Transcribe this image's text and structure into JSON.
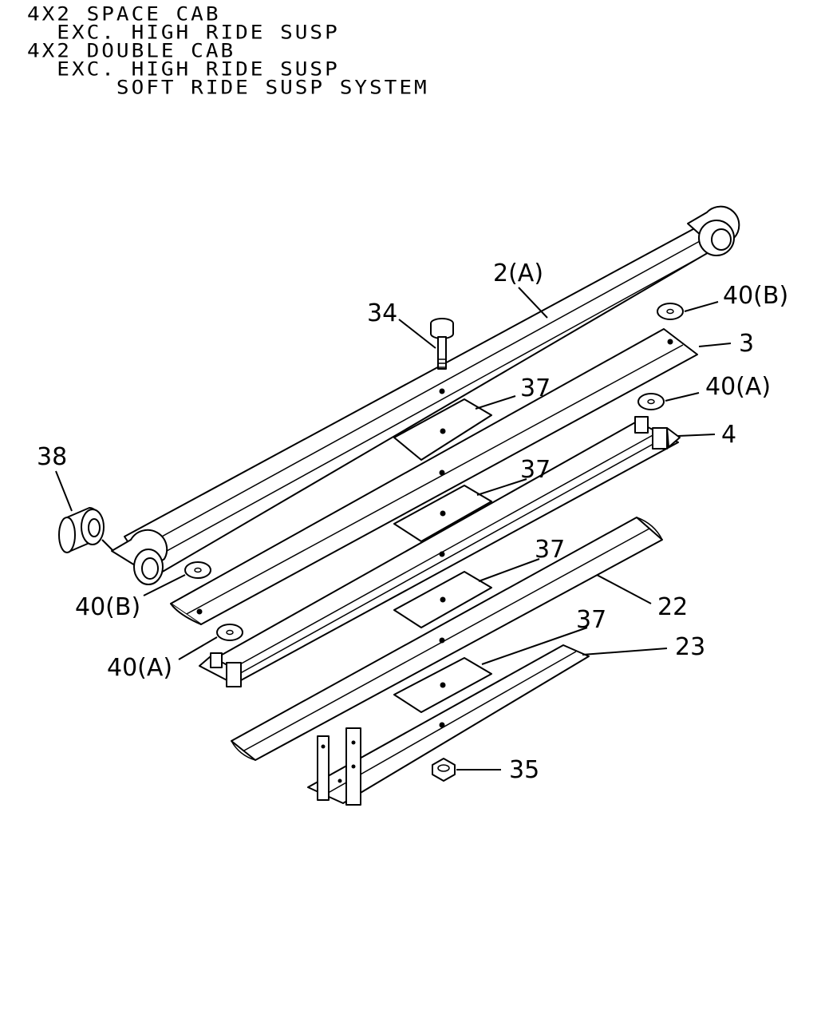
{
  "header": {
    "lines": [
      "4X2 SPACE CAB",
      "  EXC. HIGH RIDE SUSP",
      "4X2 DOUBLE CAB",
      "  EXC. HIGH RIDE SUSP",
      "      SOFT RIDE SUSP SYSTEM"
    ]
  },
  "callouts": {
    "c2a": "2(A)",
    "c34": "34",
    "c40b_top": "40(B)",
    "c3": "3",
    "c37_1": "37",
    "c40a_top": "40(A)",
    "c4": "4",
    "c38": "38",
    "c37_2": "37",
    "c37_3": "37",
    "c40b_left": "40(B)",
    "c22": "22",
    "c37_4": "37",
    "c23": "23",
    "c40a_left": "40(A)",
    "c35": "35"
  }
}
